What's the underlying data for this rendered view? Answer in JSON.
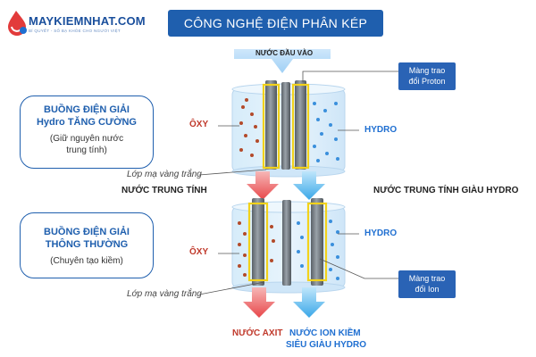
{
  "logo": {
    "brand": "MAYKIEMNHAT.COM",
    "tagline": "BÍ QUYẾT - SỐ BẠ KHỎE CHO NGƯỜI VIỆT"
  },
  "title": "CÔNG NGHỆ ĐIỆN PHÂN KÉP",
  "inlet": "NƯỚC ĐẦU VÀO",
  "top_chamber": {
    "line1": "BUỒNG ĐIỆN GIẢI",
    "line2": "Hydro TĂNG CƯỜNG",
    "line3": "(Giữ nguyên nước",
    "line4": "trung tính)"
  },
  "bottom_chamber": {
    "line1": "BUỒNG ĐIỆN GIẢI",
    "line2": "THÔNG THƯỜNG",
    "line3": "(Chuyên tạo kiềm)"
  },
  "labels": {
    "oxy_top": "ÔXY",
    "hydro_top": "HYDRO",
    "oxy_bottom": "ÔXY",
    "hydro_bottom": "HYDRO",
    "coating_top": "Lớp mạ vàng trắng",
    "coating_bottom": "Lớp mạ vàng trắng",
    "neutral_water": "NƯỚC TRUNG TÍNH",
    "neutral_hydro_water": "NƯỚC TRUNG TÍNH GIÀU HYDRO",
    "acid_water": "NƯỚC AXIT",
    "alkaline_line1": "NƯỚC ION KIỀM",
    "alkaline_line2": "SIÊU GIÀU HYDRO"
  },
  "membrane_proton": {
    "line1": "Màng trao",
    "line2": "đổi Proton"
  },
  "membrane_ion": {
    "line1": "Màng trao",
    "line2": "đổi Ion"
  },
  "colors": {
    "brand_blue": "#1f5fae",
    "oxy_red": "#c0392b",
    "hydro_blue": "#1f6fd1",
    "gold": "#f2d21b"
  }
}
